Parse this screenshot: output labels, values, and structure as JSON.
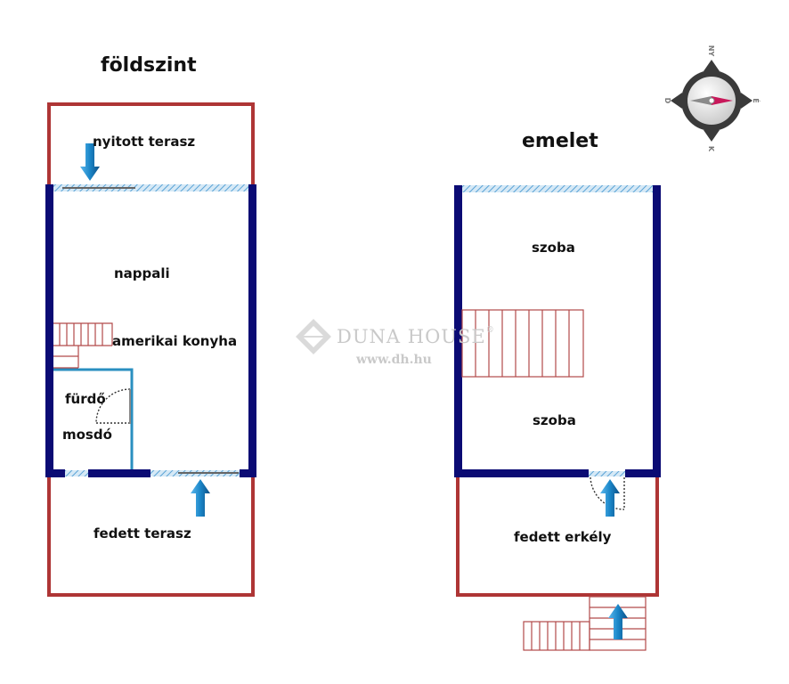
{
  "titles": {
    "ground": "földszint",
    "upper": "emelet"
  },
  "rooms": {
    "open_terrace": "nyitott terasz",
    "living": "nappali",
    "kitchen": "amerikai konyha",
    "bath": "fürdő",
    "wc": "mosdó",
    "covered_terrace": "fedett terasz",
    "room1": "szoba",
    "room2": "szoba",
    "balcony": "fedett erkély"
  },
  "watermark": {
    "name": "DUNA HOUSE",
    "reg": "®",
    "url": "www.dh.hu"
  },
  "compass": {
    "n": "NY",
    "e": "É",
    "s": "K",
    "w": "D"
  },
  "colors": {
    "wall": "#0b0b74",
    "outline": "#ae3535",
    "stairs": "#b24a4a",
    "arrow": "#1a86c8",
    "bath_wall": "#2a8fc0",
    "window": "#9bc6e3",
    "accent": "#c8185a"
  }
}
